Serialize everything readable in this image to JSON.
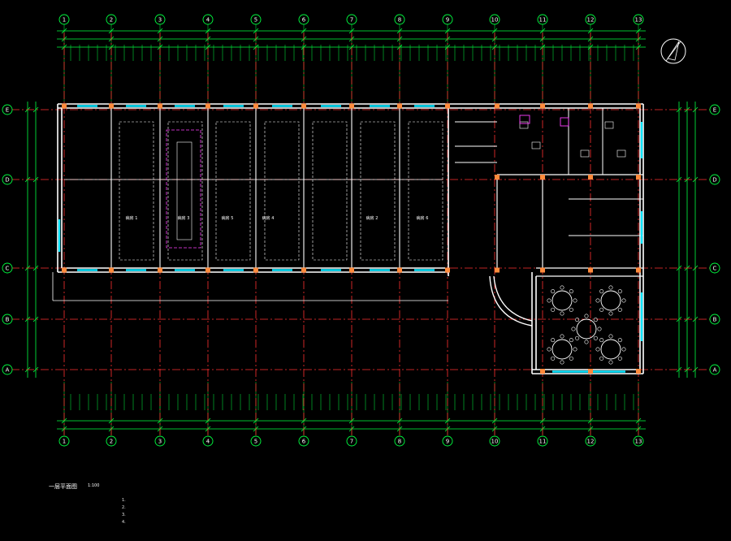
{
  "plan_title": "一层平面图",
  "scale_label": "1:100",
  "colors": {
    "background": "#000000",
    "axis_line": "#ff3030",
    "dimension": "#00ff40",
    "wall": "#ffffff",
    "window": "#00e5ff",
    "column": "#ff8a3c",
    "furniture": "#ffffff",
    "magenta": "#ff40ff",
    "text": "#ffffff"
  },
  "vertical_axes": [
    "1",
    "2",
    "3",
    "4",
    "5",
    "6",
    "7",
    "8",
    "9",
    "10",
    "11",
    "12",
    "13"
  ],
  "horizontal_axes": [
    "E",
    "D",
    "C",
    "B",
    "A"
  ],
  "north_icon": "north-arrow-icon",
  "room_labels": [
    "病房 1",
    "病房 3",
    "病房 5",
    "病房 4",
    "病房 2",
    "病房 6"
  ],
  "notes": {
    "left": [
      "1.",
      "2.",
      "3.",
      "4."
    ],
    "right": [],
    "legend": []
  }
}
